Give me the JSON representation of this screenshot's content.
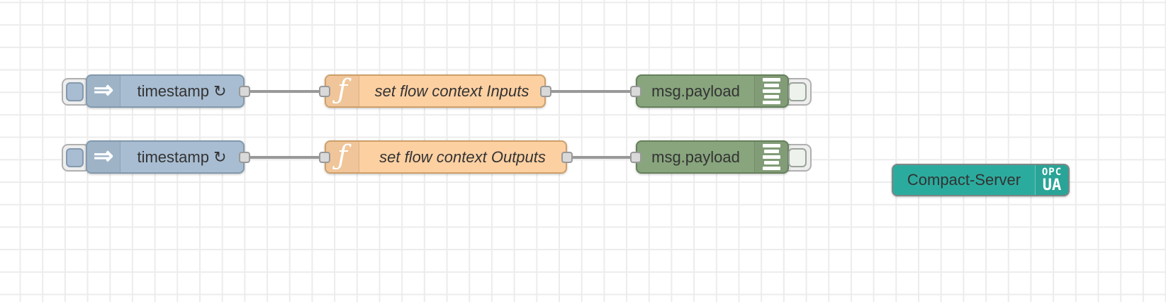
{
  "canvas": {
    "background": "#ffffff",
    "grid_color": "#ececec",
    "wire_color": "#999999",
    "port_fill": "#d9d9d9",
    "port_border": "#999999",
    "label_color": "#333333"
  },
  "nodes": [
    {
      "type": "inject",
      "label": "timestamp ↻",
      "color": "#a8bdd2",
      "border_color": "#8399ad",
      "icon": "inject-arrow-icon",
      "has_button": true
    },
    {
      "type": "function",
      "label": "set flow context Inputs",
      "color": "#fdd0a2",
      "border_color": "#cfa06a",
      "icon": "function-f-icon"
    },
    {
      "type": "debug",
      "label": "msg.payload",
      "color": "#88a57d",
      "border_color": "#66815c",
      "icon": "debug-output-icon",
      "has_toggle": true
    },
    {
      "type": "inject",
      "label": "timestamp ↻",
      "color": "#a8bdd2",
      "border_color": "#8399ad",
      "icon": "inject-arrow-icon",
      "has_button": true
    },
    {
      "type": "function",
      "label": "set flow context Outputs",
      "color": "#fdd0a2",
      "border_color": "#cfa06a",
      "icon": "function-f-icon"
    },
    {
      "type": "debug",
      "label": "msg.payload",
      "color": "#88a57d",
      "border_color": "#66815c",
      "icon": "debug-output-icon",
      "has_toggle": true
    },
    {
      "type": "opcua-compact-server",
      "label": "Compact-Server",
      "color": "#2bab9e",
      "border_color": "#7e8786",
      "icon": "opcua-badge-icon",
      "badge_top": "OPC",
      "badge_bottom": "UA"
    }
  ],
  "icons": {
    "inject_glyph": "⇒",
    "function_glyph": "ƒ"
  }
}
